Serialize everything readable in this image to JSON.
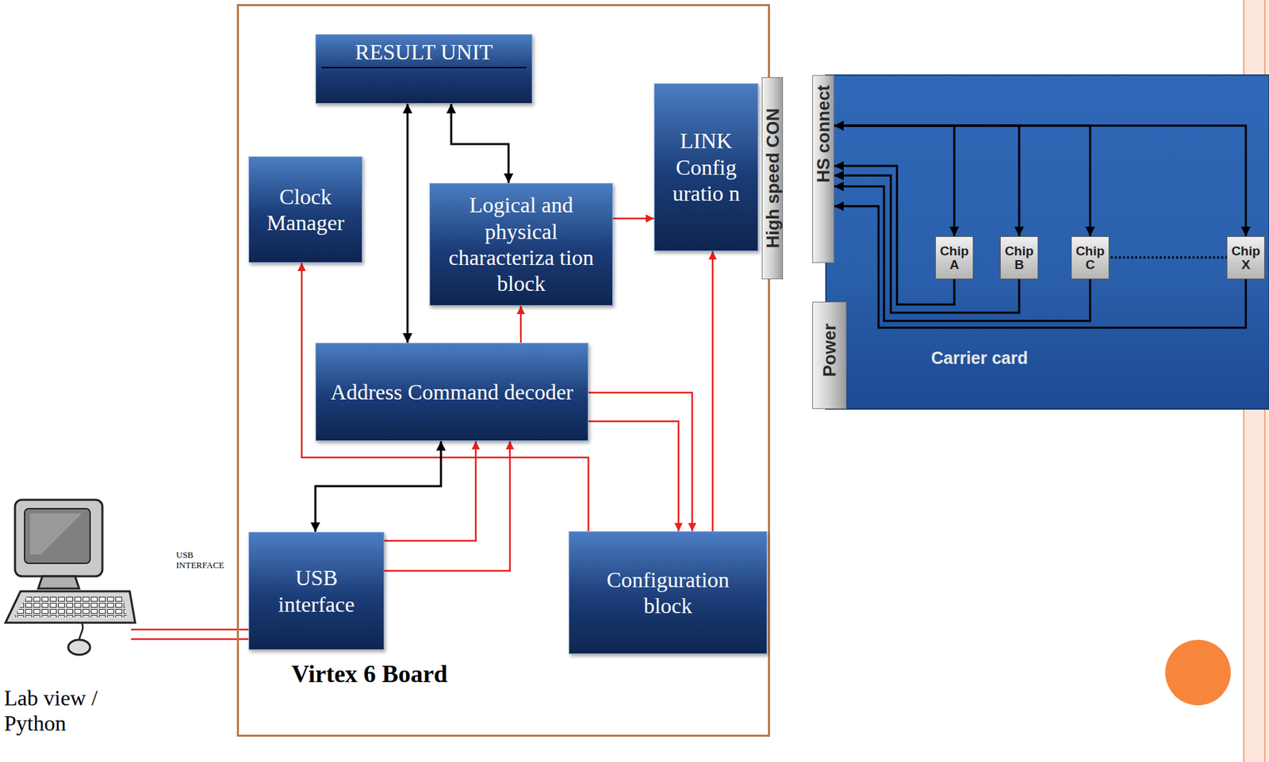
{
  "diagram": {
    "nodes": [
      {
        "text": [
          "Virtex 6 Board"
        ]
      },
      {
        "text": [
          "RESULT UNIT"
        ],
        "in": 0
      },
      {
        "text": [
          "Clock Manager"
        ],
        "in": 0
      },
      {
        "text": [
          "Logical and physical characteriza tion block"
        ],
        "in": 0
      },
      {
        "text": [
          "LINK Config uratio n"
        ],
        "in": 0
      },
      {
        "text": [
          "High speed CON"
        ]
      },
      {
        "text": [
          "Address Command decoder"
        ],
        "in": 0
      },
      {
        "text": [
          "USB interface"
        ],
        "in": 0
      },
      {
        "text": [
          "Configuration block"
        ],
        "in": 0
      },
      {
        "text": [
          "Carrier card"
        ]
      },
      {
        "text": [
          "HS connect"
        ]
      },
      {
        "text": [
          "Power"
        ]
      },
      {
        "text": [
          "Chip A"
        ],
        "in": 9
      },
      {
        "text": [
          "Chip B"
        ],
        "in": 9
      },
      {
        "text": [
          "Chip C"
        ],
        "in": 9
      },
      {
        "text": [
          "Chip X"
        ],
        "in": 9
      }
    ],
    "edges": [
      {
        "from": 1,
        "to": 6,
        "arrow": "both"
      },
      {
        "from": 1,
        "to": 3,
        "arrow": "both"
      },
      {
        "from": 3,
        "to": 4,
        "arrow": "to"
      },
      {
        "from": 6,
        "to": 3,
        "arrow": "to"
      },
      {
        "from": 6,
        "to": 8,
        "arrow": "to"
      },
      {
        "from": 6,
        "to": 8,
        "arrow": "to"
      },
      {
        "from": 8,
        "to": 4,
        "arrow": "to"
      },
      {
        "from": 8,
        "to": 2,
        "arrow": "to"
      },
      {
        "from": 7,
        "to": 6,
        "arrow": "both"
      },
      {
        "from": 7,
        "to": 6,
        "arrow": "to"
      },
      {
        "from": 7,
        "to": 6,
        "arrow": "to"
      },
      {
        "from": 10,
        "to": 12,
        "arrow": "both"
      },
      {
        "from": 10,
        "to": 13,
        "arrow": "both"
      },
      {
        "from": 10,
        "to": 14,
        "arrow": "both"
      },
      {
        "from": 10,
        "to": 15,
        "arrow": "both"
      },
      {
        "from": 12,
        "to": 10,
        "arrow": "to"
      },
      {
        "from": 13,
        "to": 10,
        "arrow": "to"
      },
      {
        "from": 14,
        "to": 10,
        "arrow": "to"
      },
      {
        "from": 15,
        "to": 10,
        "arrow": "to"
      }
    ],
    "labels": [
      "USB INTERFACE",
      "Lab view / Python"
    ]
  }
}
